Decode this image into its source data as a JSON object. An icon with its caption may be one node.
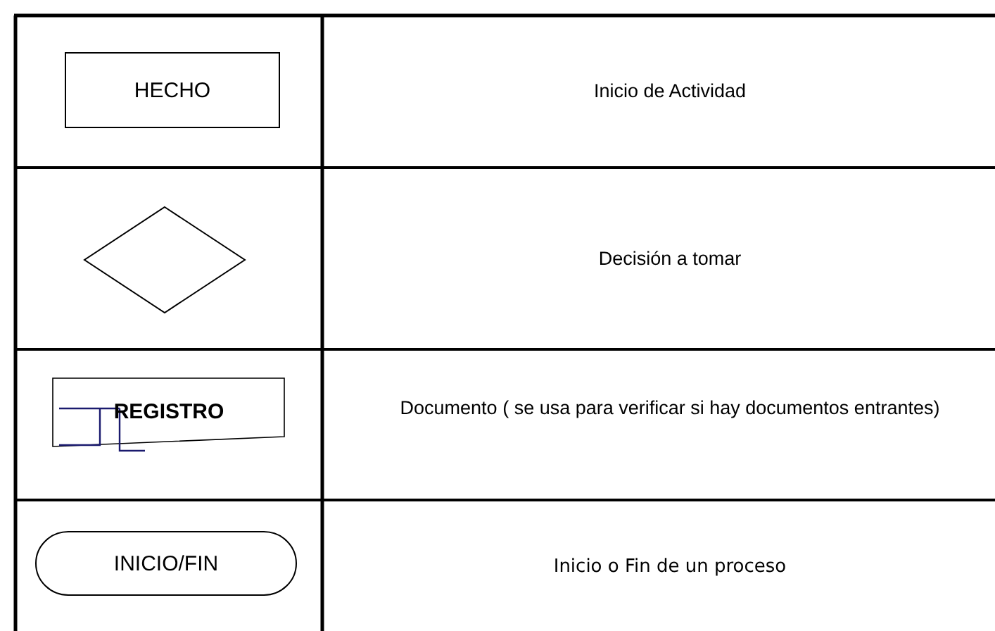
{
  "diagram": {
    "nodes": [
      {
        "text": [
          "HECHO"
        ]
      },
      {
        "text": [],
        "shape": "diamond"
      },
      {
        "text": [
          "REGISTRO"
        ]
      },
      {
        "text": [
          "INICIO/FIN"
        ]
      }
    ],
    "labels": [
      "Inicio de Actividad",
      "Decisión a tomar",
      "Documento ( se usa para verificar si hay documentos entrantes)",
      "Inicio o Fin de un proceso"
    ]
  }
}
